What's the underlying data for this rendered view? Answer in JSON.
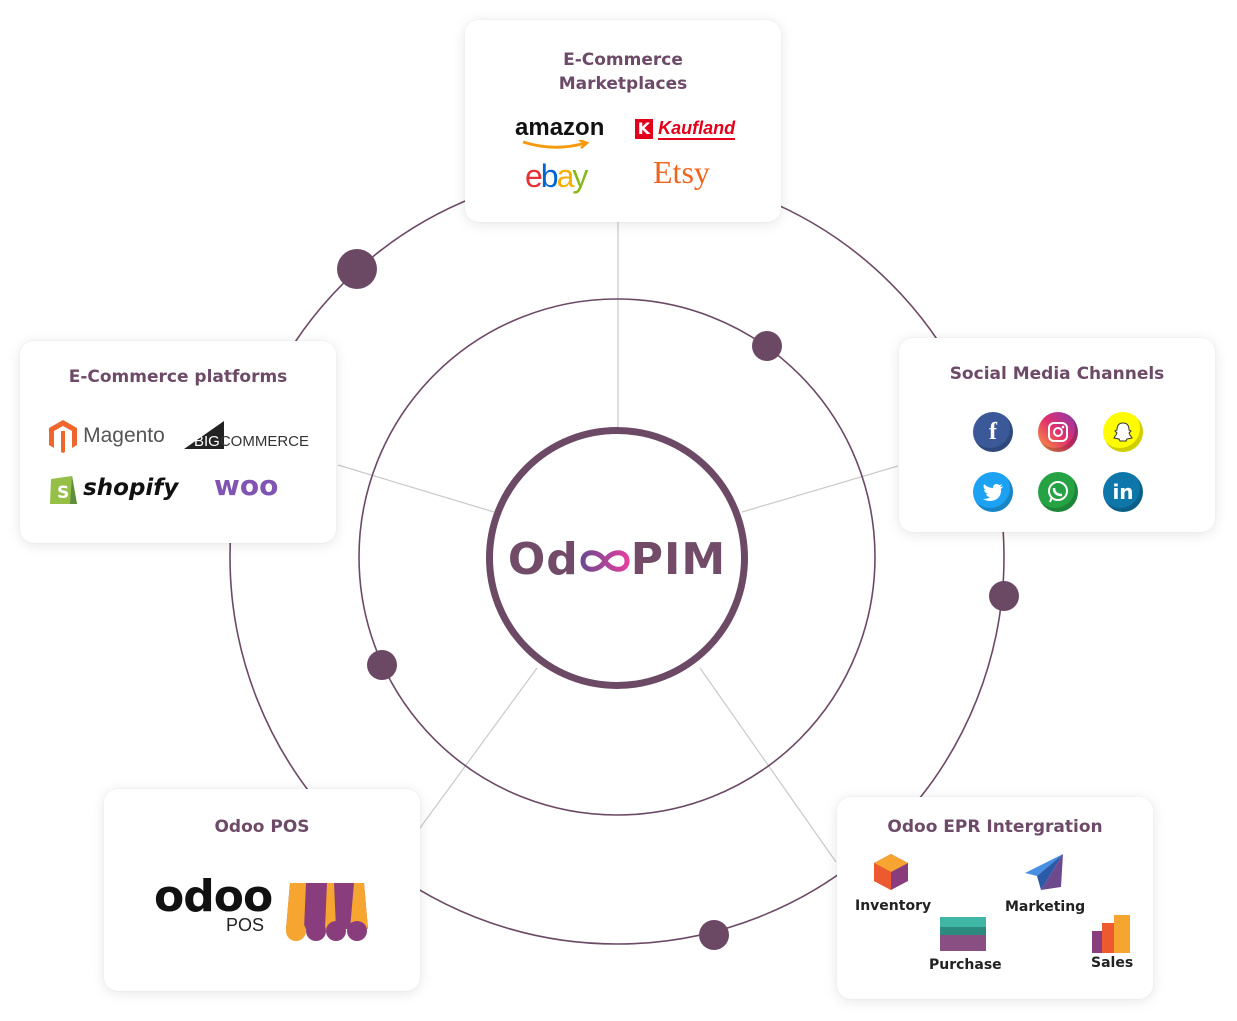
{
  "center": {
    "brand_left": "Od",
    "brand_right": "PIM"
  },
  "cards": {
    "marketplaces": {
      "title_line1": "E-Commerce",
      "title_line2": "Marketplaces",
      "logos": {
        "amazon": "amazon",
        "kaufland": "Kaufland",
        "ebay_e": "e",
        "ebay_b": "b",
        "ebay_a": "a",
        "ebay_y": "y",
        "etsy": "Etsy"
      }
    },
    "platforms": {
      "title": "E-Commerce platforms",
      "logos": {
        "magento": "Magento",
        "big": "BIG",
        "commerce": "COMMERCE",
        "shopify": "shopify",
        "woo": "woo"
      }
    },
    "social": {
      "title": "Social Media Channels",
      "icons": {
        "facebook": "f",
        "linkedin": "in"
      }
    },
    "pos": {
      "title": "Odoo POS",
      "odoo": "odoo",
      "pos_label": "POS"
    },
    "erp": {
      "title": "Odoo EPR Intergration",
      "apps": {
        "inventory": "Inventory",
        "marketing": "Marketing",
        "purchase": "Purchase",
        "sales": "Sales"
      }
    }
  },
  "colors": {
    "brand": "#714b67",
    "line": "#c8c8c8",
    "dot": "#6b4864"
  }
}
